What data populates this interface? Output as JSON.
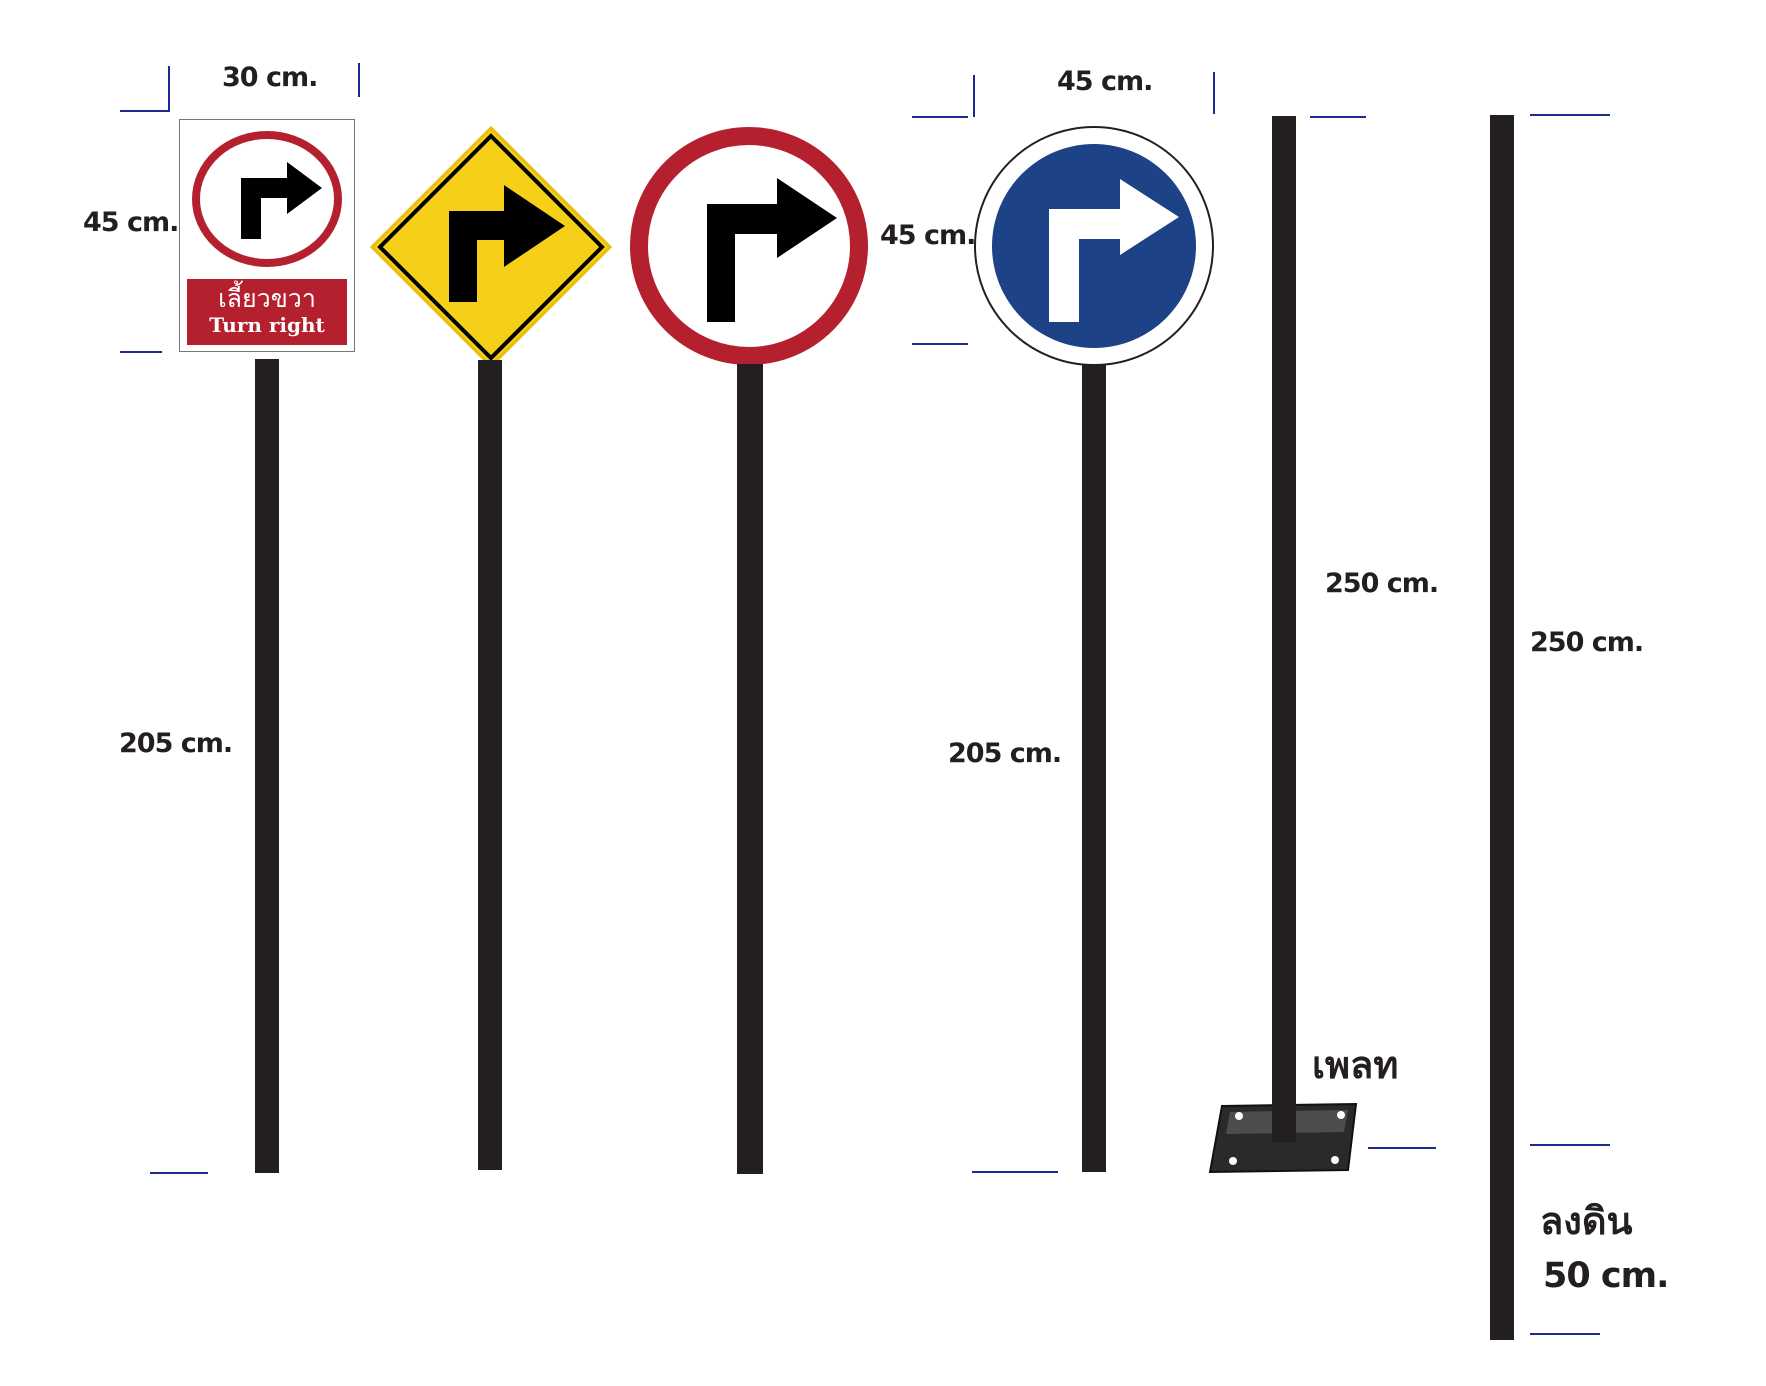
{
  "colors": {
    "pole": "#231f20",
    "red_ring": "#b4202e",
    "yellow": "#f6d018",
    "blue": "#1d4386",
    "dimension_ticks": "#1d2b8e"
  },
  "icons": {
    "arrow": "turn-right-arrow-icon",
    "base_plate": "base-plate-icon"
  },
  "sign1": {
    "label_th": "เลี้ยวขวา",
    "label_en": "Turn right",
    "width_dim": "30 cm.",
    "height_dim": "45 cm.",
    "pole_dim": "205 cm."
  },
  "sign4": {
    "width_dim": "45 cm.",
    "height_dim": "45 cm.",
    "pole_dim": "205 cm."
  },
  "pole5": {
    "height_dim": "250 cm.",
    "base_label": "เพลท"
  },
  "pole6": {
    "height_dim": "250 cm.",
    "ground_label": "ลงดิน",
    "ground_dim": "50 cm."
  }
}
